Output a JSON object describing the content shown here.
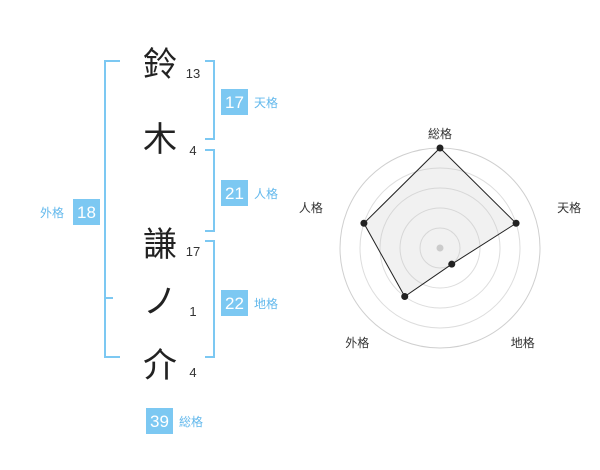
{
  "name": {
    "chars": [
      {
        "char": "鈴",
        "strokes": "13"
      },
      {
        "char": "木",
        "strokes": "4"
      },
      {
        "char": "謙",
        "strokes": "17"
      },
      {
        "char": "ノ",
        "strokes": "1"
      },
      {
        "char": "介",
        "strokes": "4"
      }
    ]
  },
  "fortunes": {
    "tenkaku": {
      "value": "17",
      "label": "天格"
    },
    "jinkaku": {
      "value": "21",
      "label": "人格"
    },
    "chikaku": {
      "value": "22",
      "label": "地格"
    },
    "gaikaku": {
      "value": "18",
      "label": "外格"
    },
    "soukaku": {
      "value": "39",
      "label": "総格"
    }
  },
  "colors": {
    "accent": "#7cc8f2",
    "accent_text": "#62b8ec"
  },
  "chart_data": {
    "type": "radar",
    "axes": [
      "総格",
      "天格",
      "地格",
      "外格",
      "人格"
    ],
    "values": [
      5,
      4,
      1,
      3,
      4
    ],
    "max": 5,
    "rings": 5
  }
}
